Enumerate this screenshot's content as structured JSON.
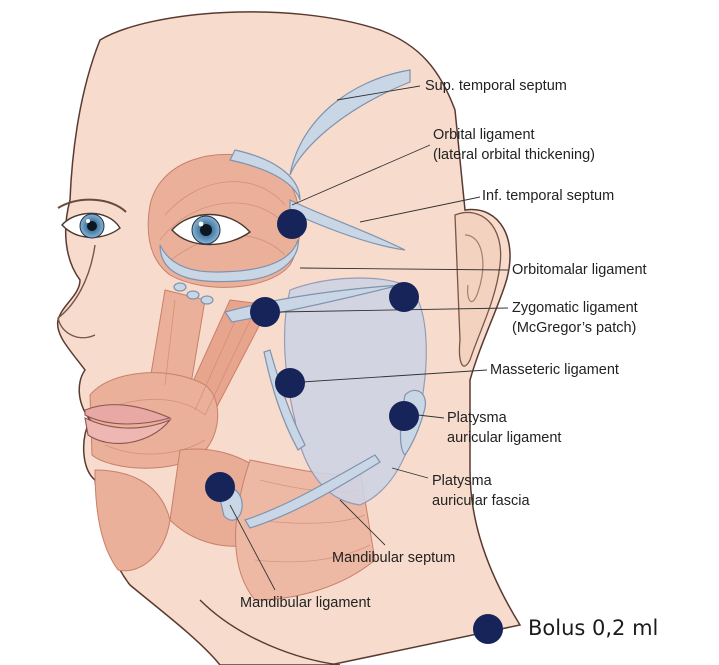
{
  "labels": {
    "sup_temporal_septum": "Sup. temporal septum",
    "orbital_ligament": "Orbital ligament",
    "orbital_ligament_note": "(lateral orbital thickening)",
    "inf_temporal_septum": "Inf. temporal septum",
    "orbitomalar_ligament": "Orbitomalar ligament",
    "zygomatic_ligament": "Zygomatic ligament",
    "zygomatic_ligament_note": "(McGregor’s patch)",
    "masseteric_ligament": "Masseteric ligament",
    "platysma_auricular_ligament_1": "Platysma",
    "platysma_auricular_ligament_2": "auricular ligament",
    "platysma_auricular_fascia_1": "Platysma",
    "platysma_auricular_fascia_2": "auricular fascia",
    "mandibular_septum": "Mandibular septum",
    "mandibular_ligament": "Mandibular ligament"
  },
  "legend": {
    "marker_color": "#16245a",
    "text": "Bolus 0,2 ml"
  },
  "colors": {
    "skin": "#f7dccd",
    "muscle": "#eab09a",
    "ligament": "#c9d6e6",
    "fascia": "#cfd4e4",
    "injection": "#16245a"
  }
}
